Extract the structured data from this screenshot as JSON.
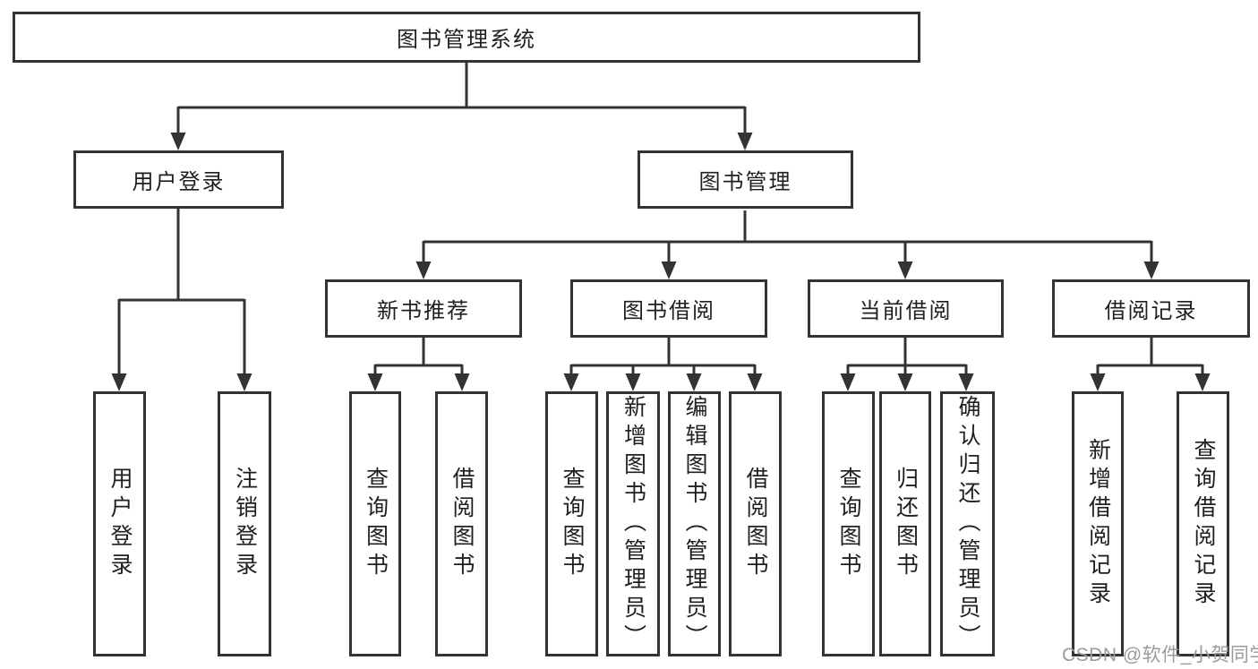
{
  "tree": {
    "root": "图书管理系统",
    "children": [
      {
        "label": "用户登录",
        "children": [
          {
            "label": "用户登录"
          },
          {
            "label": "注销登录"
          }
        ]
      },
      {
        "label": "图书管理",
        "children": [
          {
            "label": "新书推荐",
            "children": [
              {
                "label": "查询图书"
              },
              {
                "label": "借阅图书"
              }
            ]
          },
          {
            "label": "图书借阅",
            "children": [
              {
                "label": "查询图书"
              },
              {
                "label": "新增图书（管理员）"
              },
              {
                "label": "编辑图书（管理员）"
              },
              {
                "label": "借阅图书"
              }
            ]
          },
          {
            "label": "当前借阅",
            "children": [
              {
                "label": "查询图书"
              },
              {
                "label": "归还图书"
              },
              {
                "label": "确认归还（管理员）"
              }
            ]
          },
          {
            "label": "借阅记录",
            "children": [
              {
                "label": "新增借阅记录"
              },
              {
                "label": "查询借阅记录"
              }
            ]
          }
        ]
      }
    ]
  },
  "watermark": {
    "text": "CSDN @软件_小贺同学",
    "color": "#9b9b9b"
  },
  "colors": {
    "line": "#333333",
    "box_border": "#333333",
    "text": "#1f1f1f",
    "background": "#ffffff"
  }
}
